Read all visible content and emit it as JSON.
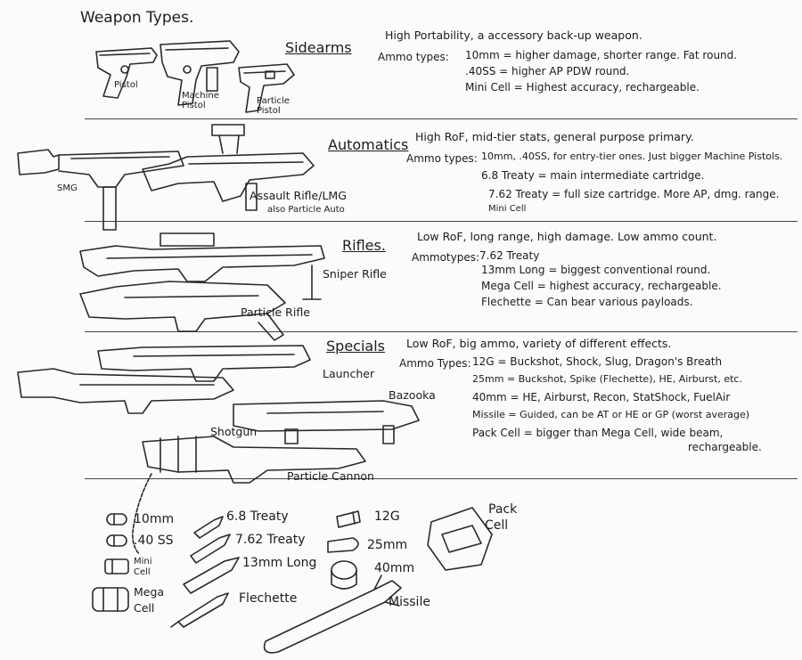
{
  "title": "Weapon Types.",
  "sections": {
    "sidearms": {
      "heading": "Sidearms",
      "summary": "High Portability, a accessory back-up weapon.",
      "ammo_label": "Ammo types:",
      "ammo": [
        "10mm = higher damage, shorter range. Fat round.",
        ".40SS = higher AP PDW round.",
        "Mini Cell = Highest accuracy, rechargeable."
      ],
      "labels": [
        "Pistol",
        "Machine Pistol",
        "Particle Pistol"
      ]
    },
    "automatics": {
      "heading": "Automatics",
      "summary": "High RoF, mid-tier stats, general purpose primary.",
      "ammo_label": "Ammo types:",
      "ammo": [
        "10mm, .40SS, for entry-tier ones. Just bigger Machine Pistols.",
        "6.8 Treaty = main intermediate cartridge.",
        "7.62 Treaty = full size cartridge. More AP, dmg. range.",
        "Mini Cell"
      ],
      "labels": [
        "SMG",
        "Assault Rifle/LMG",
        "also Particle Auto"
      ]
    },
    "rifles": {
      "heading": "Rifles.",
      "summary": "Low RoF, long range, high damage. Low ammo count.",
      "ammo_label": "Ammotypes:",
      "ammo": [
        "7.62 Treaty",
        "13mm Long = biggest conventional round.",
        "Mega Cell = highest accuracy, rechargeable.",
        "Flechette = Can bear various payloads."
      ],
      "labels": [
        "Sniper Rifle",
        "Particle Rifle"
      ]
    },
    "specials": {
      "heading": "Specials",
      "summary": "Low RoF, big ammo, variety of different effects.",
      "ammo_label": "Ammo Types:",
      "ammo": [
        "12G = Buckshot, Shock, Slug, Dragon's Breath",
        "25mm = Buckshot, Spike (Flechette), HE, Airburst, etc.",
        "40mm = HE, Airburst, Recon, StatShock, FuelAir",
        "Missile = Guided, can be AT or HE or GP (worst average)",
        "Pack Cell = bigger than Mega Cell, wide beam,",
        "rechargeable."
      ],
      "labels": [
        "Launcher",
        "Bazooka",
        "Shotgun",
        "Particle Cannon"
      ]
    }
  },
  "ammo_legend": {
    "10mm": "10mm",
    "40ss": ".40 SS",
    "mini_cell_1": "Mini",
    "mini_cell_2": "Cell",
    "mega_cell_1": "Mega",
    "mega_cell_2": "Cell",
    "treaty68": "6.8 Treaty",
    "treaty762": "7.62 Treaty",
    "long13": "13mm Long",
    "flechette": "Flechette",
    "g12": "12G",
    "mm25": "25mm",
    "mm40": "40mm",
    "missile": "Missile",
    "pack_cell_1": "Pack",
    "pack_cell_2": "Cell"
  }
}
